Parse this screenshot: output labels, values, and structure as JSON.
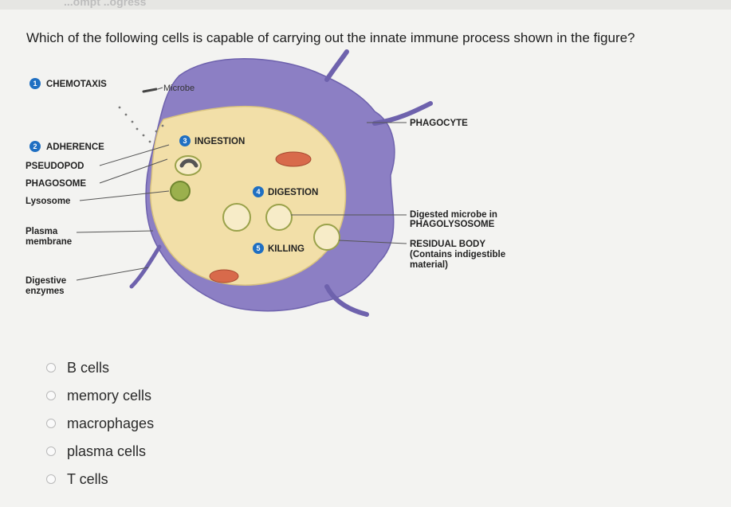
{
  "header": {
    "partial_text": "...ompt ..ogress"
  },
  "question": {
    "text": "Which of the following cells is capable of carrying out the innate immune process shown in the figure?"
  },
  "figure": {
    "steps": [
      {
        "num": "1",
        "label": "CHEMOTAXIS"
      },
      {
        "num": "2",
        "label": "ADHERENCE"
      },
      {
        "num": "3",
        "label": "INGESTION"
      },
      {
        "num": "4",
        "label": "DIGESTION"
      },
      {
        "num": "5",
        "label": "KILLING"
      }
    ],
    "labels": {
      "microbe": "Microbe",
      "phagocyte": "PHAGOCYTE",
      "pseudopod": "PSEUDOPOD",
      "phagosome": "PHAGOSOME",
      "lysosome": "Lysosome",
      "plasma_1": "Plasma",
      "plasma_2": "membrane",
      "digestive_1": "Digestive",
      "digestive_2": "enzymes",
      "digested_1": "Digested microbe in",
      "digested_2": "PHAGOLYSOSOME",
      "residual_1": "RESIDUAL BODY",
      "residual_2": "(Contains indigestible",
      "residual_3": "material)"
    },
    "colors": {
      "phagocyte": "#8c7fc4",
      "cytoplasm": "#f2dfa8",
      "marker": "#1f6fc2"
    }
  },
  "options": [
    {
      "label": "B cells"
    },
    {
      "label": "memory cells"
    },
    {
      "label": "macrophages"
    },
    {
      "label": "plasma cells"
    },
    {
      "label": "T cells"
    }
  ]
}
